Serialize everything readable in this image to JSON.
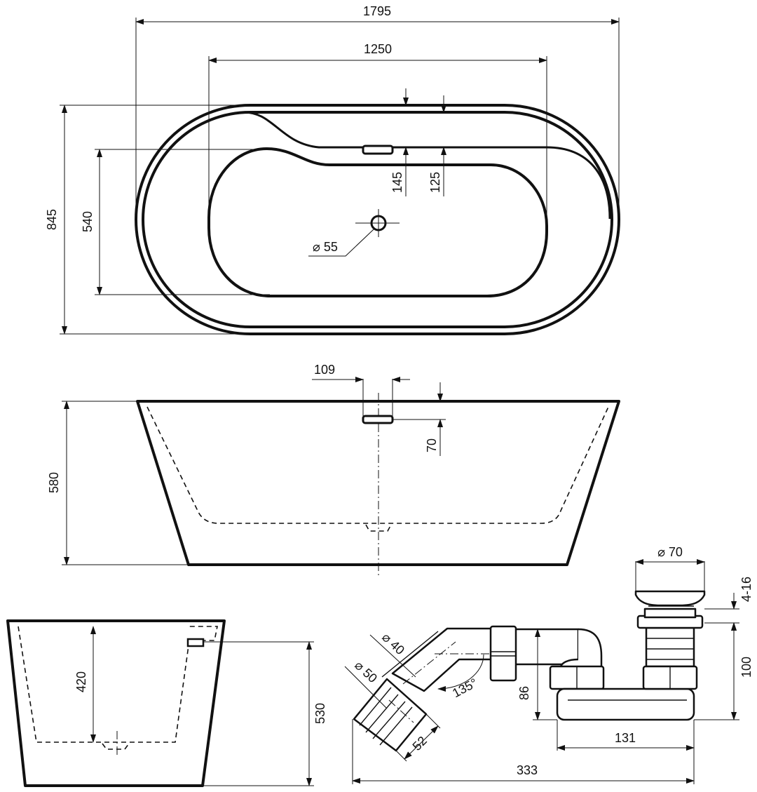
{
  "colors": {
    "line": "#111111",
    "background": "#ffffff"
  },
  "top_view": {
    "overall_length": "1795",
    "inner_length": "1250",
    "overall_width": "845",
    "inner_width": "540",
    "overflow_offset_outer": "145",
    "overflow_offset_inner": "125",
    "drain_diameter": "⌀ 55"
  },
  "side_view": {
    "overflow_width": "109",
    "overflow_depth": "70",
    "height": "580"
  },
  "end_view": {
    "inner_depth": "420",
    "height": "530"
  },
  "drain_kit": {
    "cap_diameter": "⌀ 70",
    "adjustment": "4-16",
    "height": "100",
    "pipe_diameter_40": "⌀ 40",
    "pipe_diameter_50": "⌀ 50",
    "angle": "135°",
    "trap_height": "86",
    "outlet_length": "52",
    "trap_length": "131",
    "total_length": "333"
  }
}
